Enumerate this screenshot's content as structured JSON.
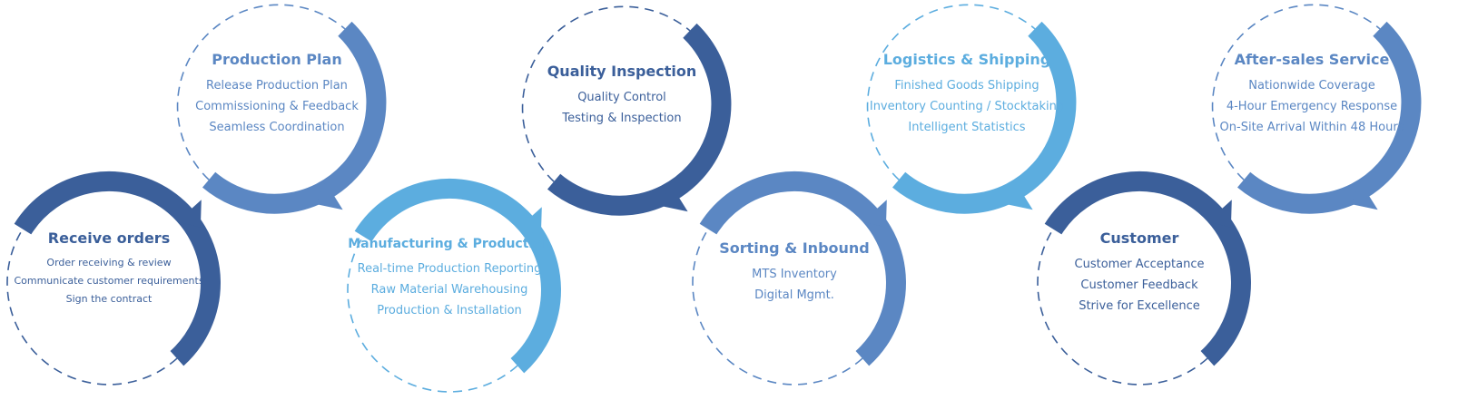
{
  "colors": {
    "dark": "#3b5f9a",
    "medium": "#5b87c3",
    "light": "#5caddf"
  },
  "steps": [
    {
      "title": "Receive orders",
      "color": "dark",
      "position": "bottom",
      "items": [
        "Order receiving & review",
        "Communicate customer requirements",
        "Sign the contract"
      ]
    },
    {
      "title": "Production Plan",
      "color": "medium",
      "position": "top",
      "items": [
        "Release Production Plan",
        "Commissioning & Feedback",
        "Seamless Coordination"
      ]
    },
    {
      "title": "Manufacturing & Production",
      "color": "light",
      "position": "bottom",
      "items": [
        "Real-time Production Reporting",
        "Raw Material Warehousing",
        "Production & Installation"
      ]
    },
    {
      "title": "Quality Inspection",
      "color": "dark",
      "position": "top",
      "items": [
        "Quality Control",
        "Testing & Inspection"
      ]
    },
    {
      "title": "Sorting & Inbound",
      "color": "medium",
      "position": "bottom",
      "items": [
        "MTS Inventory",
        "Digital Mgmt."
      ]
    },
    {
      "title": "Logistics & Shipping",
      "color": "light",
      "position": "top",
      "items": [
        "Finished Goods Shipping",
        "Inventory Counting / Stocktaking",
        "Intelligent Statistics"
      ]
    },
    {
      "title": "Customer",
      "color": "dark",
      "position": "bottom",
      "items": [
        "Customer Acceptance",
        "Customer Feedback",
        "Strive for Excellence"
      ]
    },
    {
      "title": "After-sales Service",
      "color": "medium",
      "position": "top",
      "items": [
        "Nationwide Coverage",
        "4-Hour Emergency Response",
        "On-Site Arrival Within 48 Hours"
      ]
    }
  ]
}
